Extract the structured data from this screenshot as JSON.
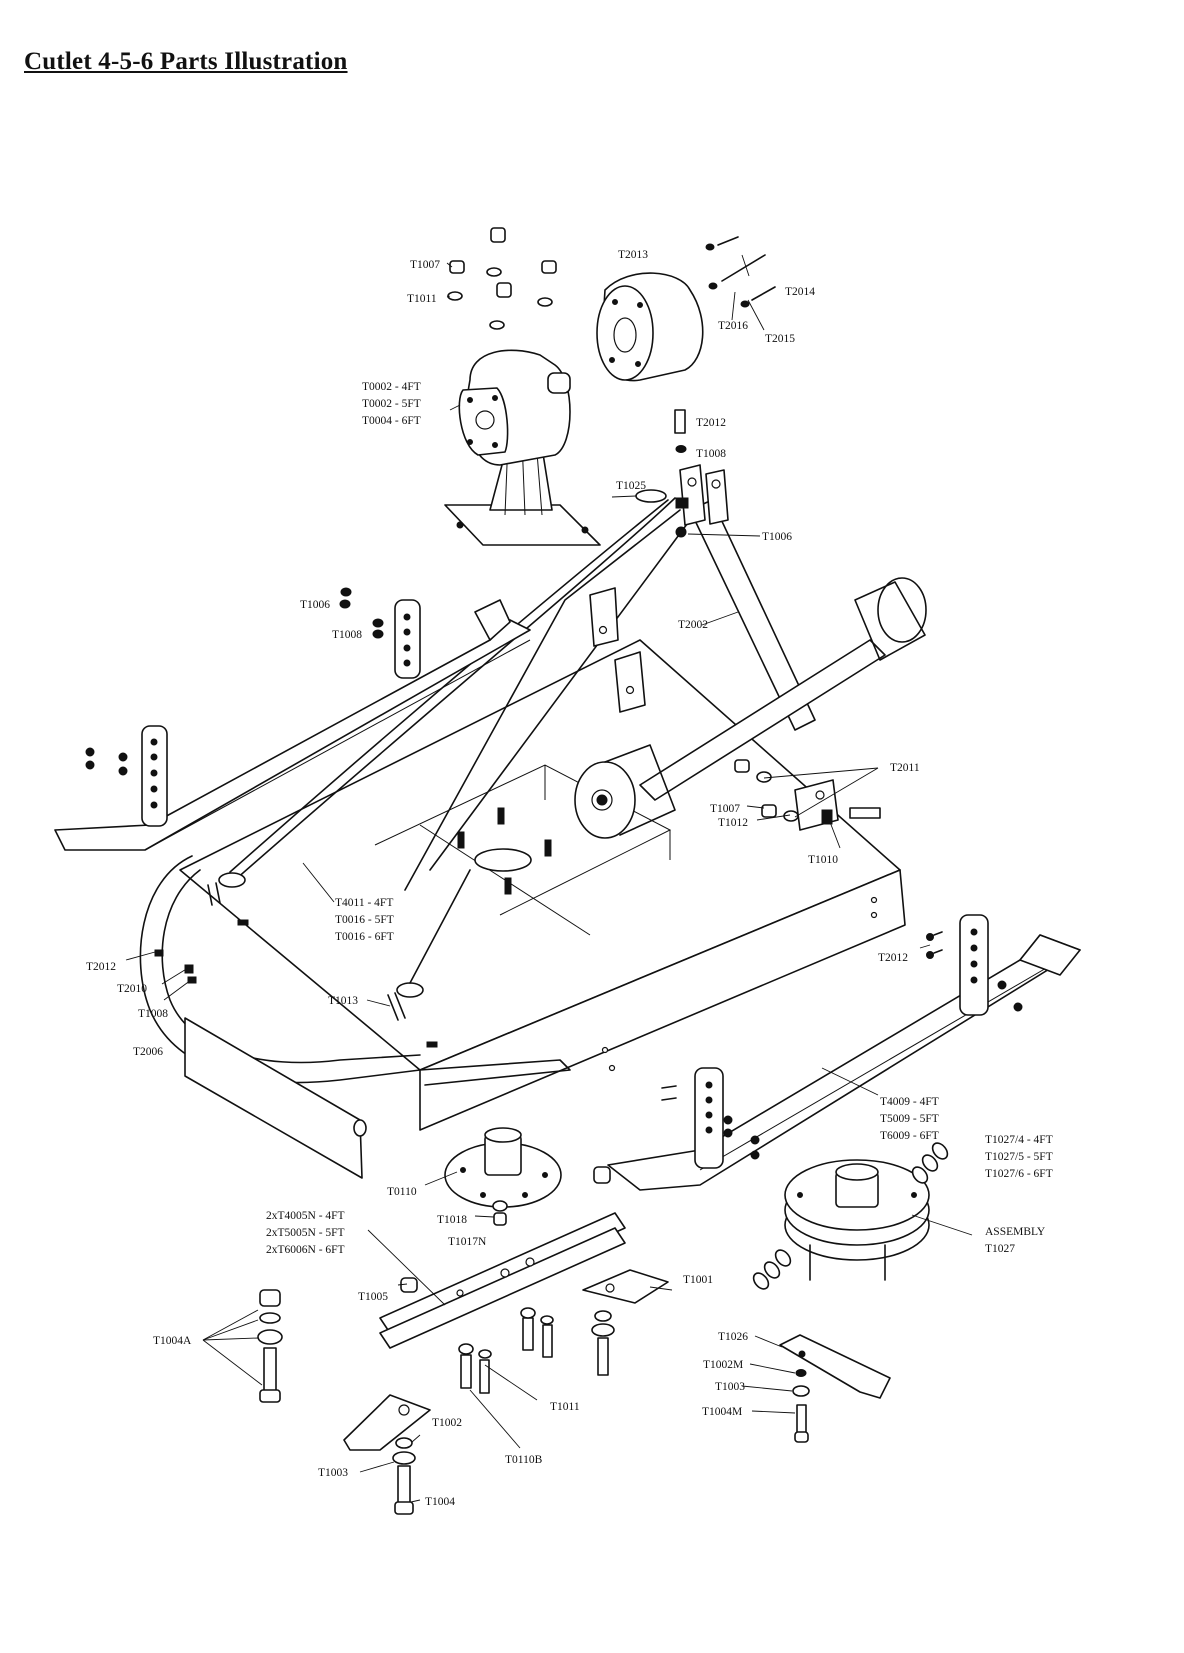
{
  "title": "Cutlet 4-5-6 Parts Illustration",
  "labels": {
    "t1007_top": "T1007",
    "t1011_top": "T1011",
    "t2013": "T2013",
    "t2014": "T2014",
    "t2016": "T2016",
    "t2015": "T2015",
    "gearbox_4ft": "T0002 - 4FT",
    "gearbox_5ft": "T0002 - 5FT",
    "gearbox_6ft": "T0004 - 6FT",
    "t2012_top": "T2012",
    "t1008_top": "T1008",
    "t1025": "T1025",
    "t1006_right": "T1006",
    "t1006_left": "T1006",
    "t1008_left": "T1008",
    "t2002": "T2002",
    "t2011": "T2011",
    "t1007_mid": "T1007",
    "t1012": "T1012",
    "t1010": "T1010",
    "rod_4ft": "T4011 - 4FT",
    "rod_5ft": "T0016 - 5FT",
    "rod_6ft": "T0016 - 6FT",
    "t2012_left": "T2012",
    "t2010": "T2010",
    "t1008_low": "T1008",
    "t2012_right": "T2012",
    "t1013": "T1013",
    "t2006": "T2006",
    "skid_4ft": "T4009 - 4FT",
    "skid_5ft": "T5009 - 5FT",
    "skid_6ft": "T6009 - 6FT",
    "chain_4ft": "T1027/4 - 4FT",
    "chain_5ft": "T1027/5 - 5FT",
    "chain_6ft": "T1027/6 - 6FT",
    "t0110": "T0110",
    "t1018": "T1018",
    "t1017n": "T1017N",
    "bar_4ft": "2xT4005N - 4FT",
    "bar_5ft": "2xT5005N - 5FT",
    "bar_6ft": "2xT6006N - 6FT",
    "assembly": "ASSEMBLY",
    "t1027": "T1027",
    "t1001": "T1001",
    "t1005": "T1005",
    "t1004a": "T1004A",
    "t1026": "T1026",
    "t1002m": "T1002M",
    "t1003_right": "T1003",
    "t1004m": "T1004M",
    "t1011_low": "T1011",
    "t1002": "T1002",
    "t0110b": "T0110B",
    "t1003_low": "T1003",
    "t1004": "T1004"
  }
}
